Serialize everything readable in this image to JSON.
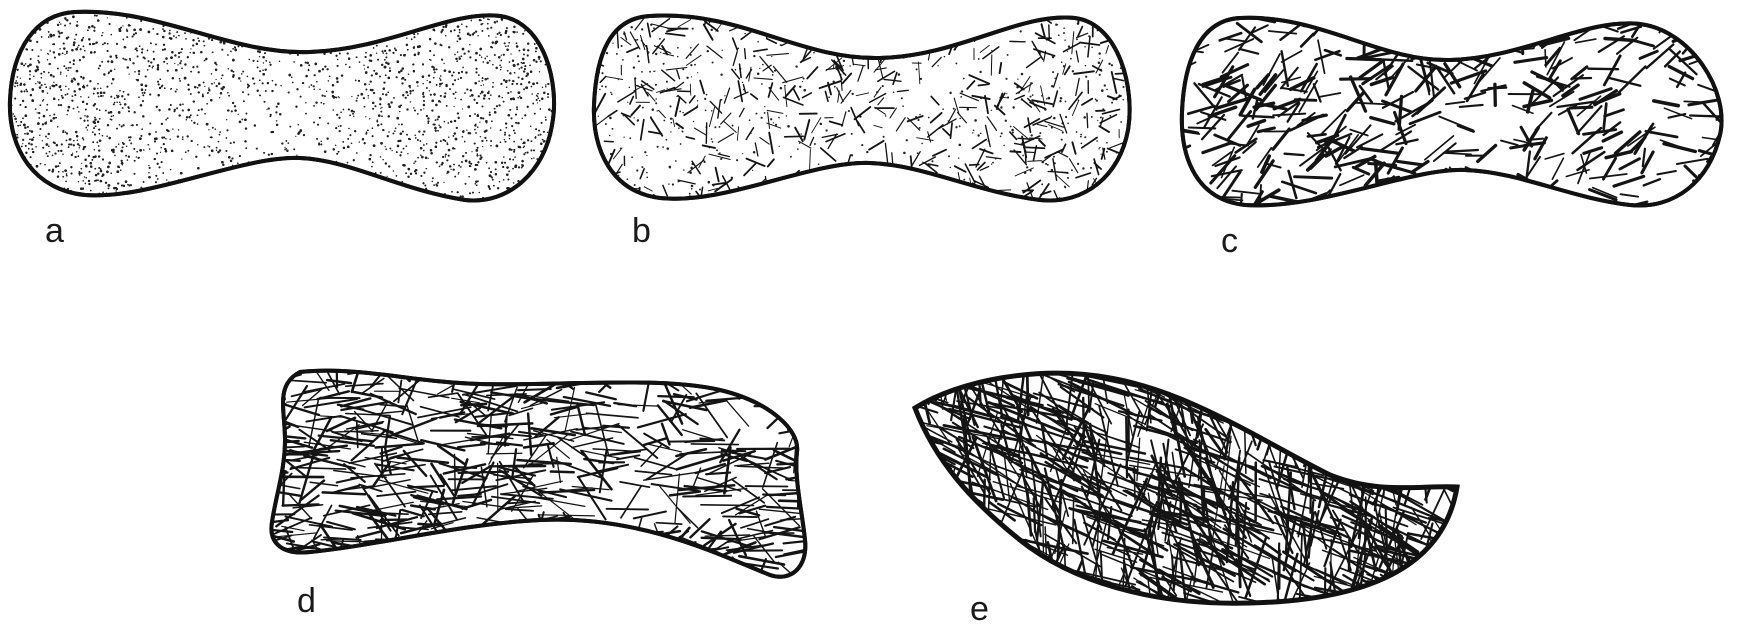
{
  "figure": {
    "panels": [
      {
        "id": "a",
        "label": "a",
        "texture": "fine-stipple"
      },
      {
        "id": "b",
        "label": "b",
        "texture": "short-needles"
      },
      {
        "id": "c",
        "label": "c",
        "texture": "medium-needles"
      },
      {
        "id": "d",
        "label": "d",
        "texture": "long-needles"
      },
      {
        "id": "e",
        "label": "e",
        "texture": "dense-long-needles"
      }
    ],
    "colors": {
      "ink": "#111111",
      "background": "#ffffff"
    }
  }
}
